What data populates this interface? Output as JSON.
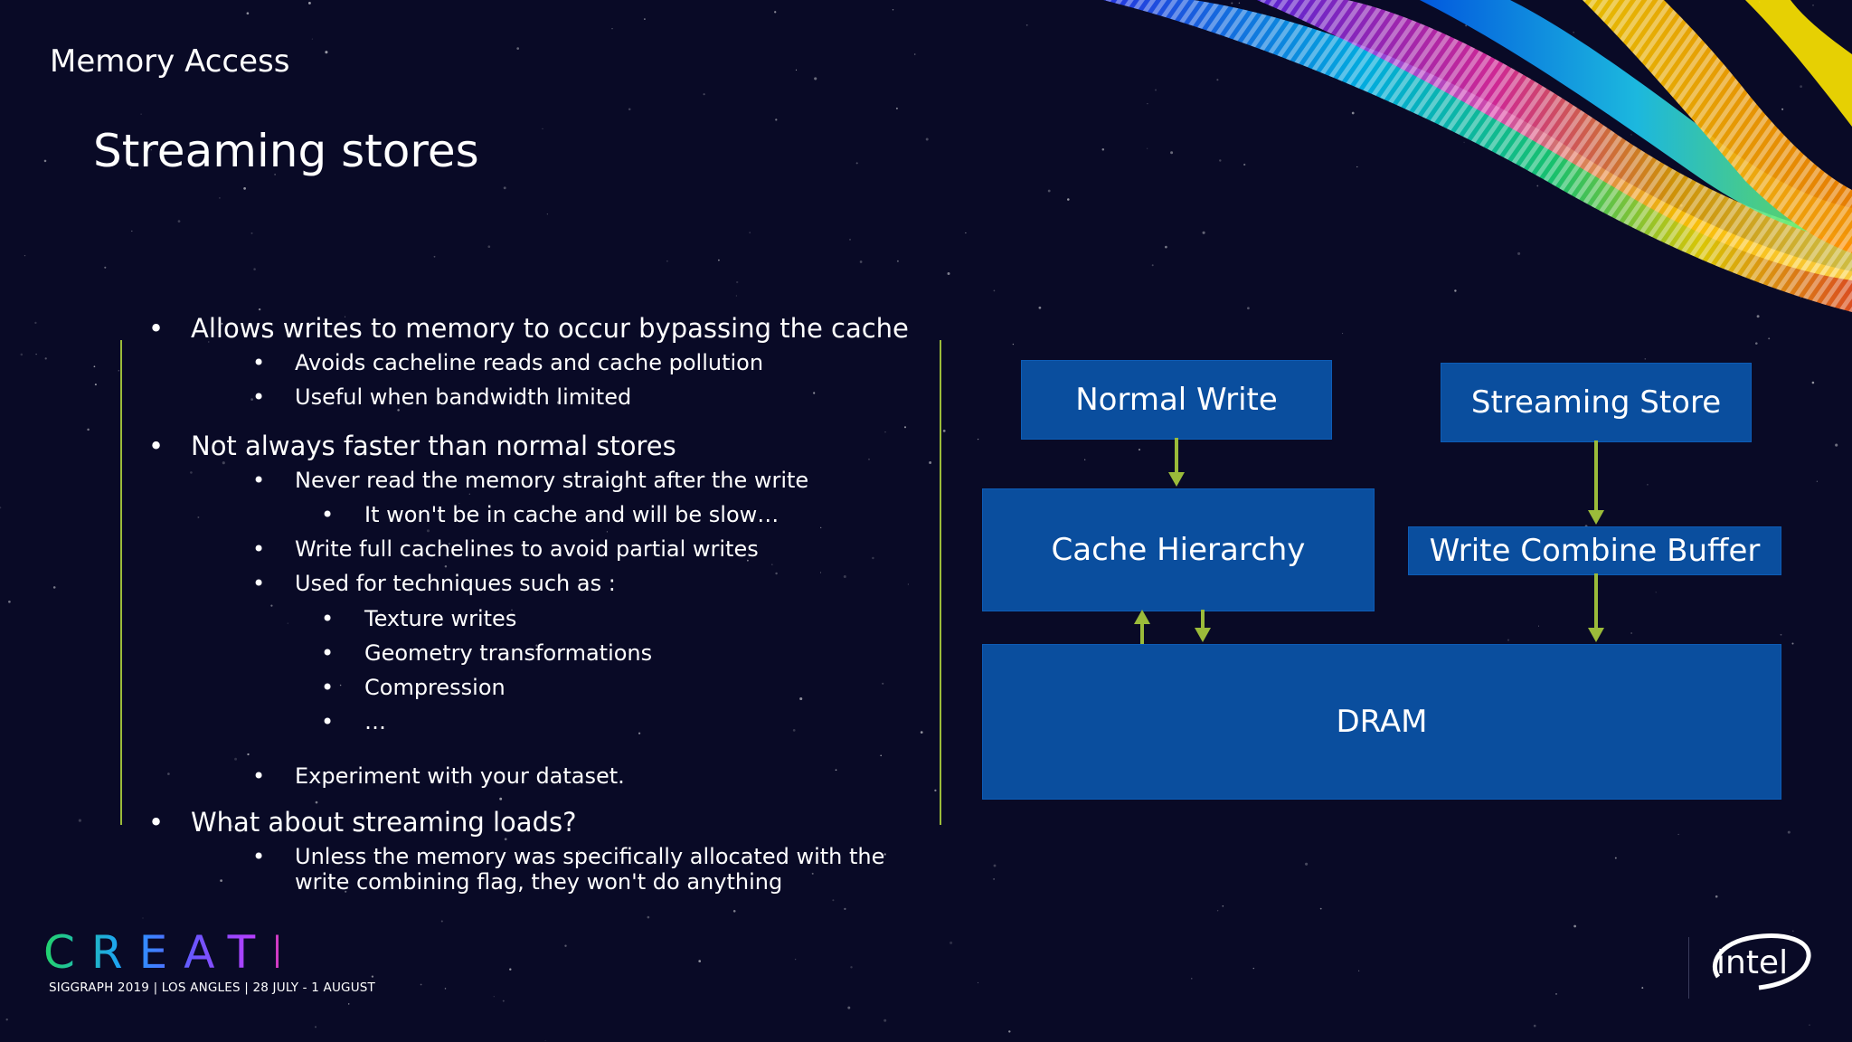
{
  "section_title": "Memory Access",
  "slide_title": "Streaming stores",
  "bullets": [
    {
      "level": 1,
      "text": "Allows writes to memory to occur bypassing the cache"
    },
    {
      "level": 2,
      "text": "Avoids cacheline reads and cache pollution"
    },
    {
      "level": 2,
      "text": "Useful when bandwidth limited"
    },
    {
      "level": 1,
      "text": "Not always faster than normal stores"
    },
    {
      "level": 2,
      "text": "Never read the memory straight after the write"
    },
    {
      "level": 3,
      "text": "It won't be in cache and will be slow…"
    },
    {
      "level": 2,
      "text": "Write full cachelines to avoid partial writes"
    },
    {
      "level": 2,
      "text": "Used for techniques such as :"
    },
    {
      "level": 3,
      "text": "Texture writes"
    },
    {
      "level": 3,
      "text": "Geometry transformations"
    },
    {
      "level": 3,
      "text": "Compression"
    },
    {
      "level": 3,
      "text": "…"
    },
    {
      "level": 2,
      "text": "Experiment with your dataset."
    },
    {
      "level": 1,
      "text": "What about streaming loads?"
    },
    {
      "level": 2,
      "text": "Unless the memory was specifically allocated with the"
    },
    {
      "level": 2,
      "text": "write combining flag, they won't do anything",
      "continuation": true
    }
  ],
  "diagram": {
    "normal_write": "Normal Write",
    "streaming_store": "Streaming Store",
    "cache_hierarchy": "Cache Hierarchy",
    "write_combine_buffer": "Write Combine Buffer",
    "dram": "DRAM",
    "box_color": "#0a4e9e",
    "arrow_color": "#9bbb3a"
  },
  "footer": {
    "logo_text": "CREATE",
    "event": "SIGGRAPH 2019 | LOS ANGLES | 28 JULY - 1 AUGUST",
    "brand": "intel"
  },
  "colors": {
    "background": "#090a26",
    "accent_line": "#9bbb3a"
  }
}
